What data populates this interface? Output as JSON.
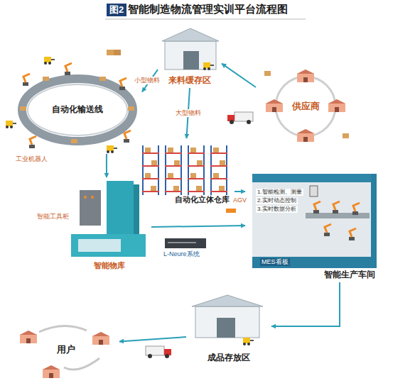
{
  "diagram": {
    "title": "智能制造物流管理实训平台流程图",
    "nodes": [
      {
        "text": [
          "供应商"
        ]
      },
      {
        "text": [
          "来料缓存区"
        ]
      },
      {
        "text": [
          "自动化输送线"
        ]
      },
      {
        "text": [
          "自动化立体仓库"
        ]
      },
      {
        "text": [
          "智能物库"
        ]
      },
      {
        "text": [
          "智能生产车间"
        ]
      },
      {
        "text": [
          "成品存放区"
        ]
      },
      {
        "text": [
          "用户"
        ]
      }
    ],
    "edges": [
      {
        "from": 0,
        "to": 1,
        "arrow": "to"
      },
      {
        "from": 1,
        "to": 2,
        "label": "小型物料",
        "arrow": "to"
      },
      {
        "from": 1,
        "to": 3,
        "label": "大型物料",
        "arrow": "to"
      },
      {
        "from": 2,
        "to": 4,
        "arrow": "to"
      },
      {
        "from": 3,
        "to": 5,
        "label": "AGV",
        "arrow": "to"
      },
      {
        "from": 4,
        "to": 5,
        "arrow": "to"
      },
      {
        "from": 5,
        "to": 6,
        "arrow": "to"
      },
      {
        "from": 6,
        "to": 7,
        "arrow": "to"
      }
    ],
    "labels": [
      "图2",
      "工业机器人",
      "智能工具柜",
      "L-Neure系统",
      "1.智能检测、测量",
      "2.实时动态控制",
      "3.实时数据分析",
      "MES看板"
    ]
  }
}
